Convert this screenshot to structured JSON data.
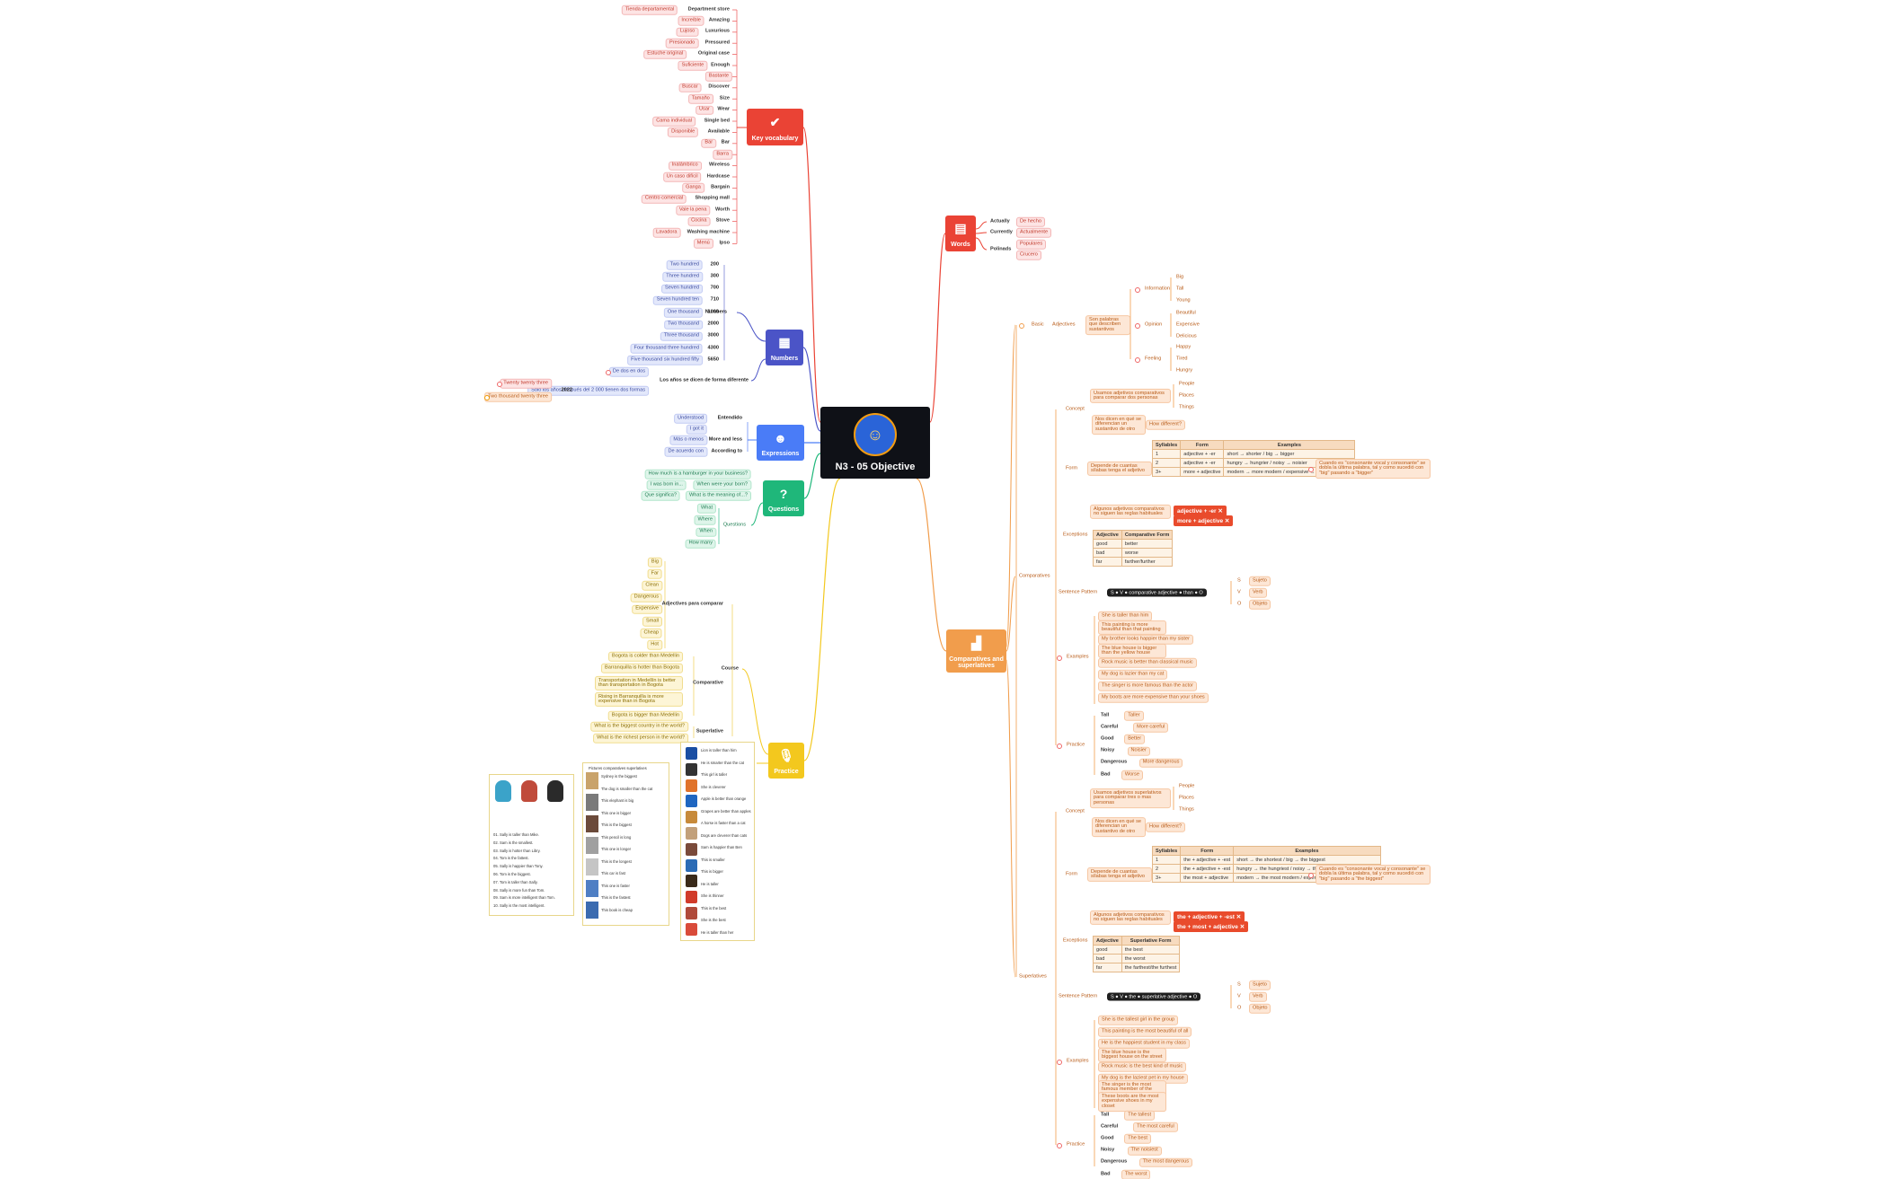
{
  "colors": {
    "red": "#ea4335",
    "blue": "#4b54c7",
    "sky": "#4a7cf7",
    "green": "#1fb77a",
    "orange": "#f19d4c",
    "yellow": "#f3c81e",
    "center": "#0f1117"
  },
  "center": {
    "title": "N3 - 05 Objective",
    "icon": "robot-logo-icon"
  },
  "branches": {
    "key_vocabulary": "Key vocabulary",
    "numbers": "Numbers",
    "expressions": "Expressions",
    "questions": "Questions",
    "practice": "Practice",
    "words": "Words",
    "comparatives": "Comparatives and superlatives"
  },
  "vocab": [
    [
      "Tienda departamental",
      "Department store"
    ],
    [
      "Increíble",
      "Amazing"
    ],
    [
      "Lujoso",
      "Luxurious"
    ],
    [
      "Presionado",
      "Pressured"
    ],
    [
      "Estuche original",
      "Original case"
    ],
    [
      "Suficiente",
      "Enough"
    ],
    [
      "Bastante",
      ""
    ],
    [
      "Buscar",
      "Discover"
    ],
    [
      "Tamaño",
      "Size"
    ],
    [
      "Usar",
      "Wear"
    ],
    [
      "Cama individual",
      "Single bed"
    ],
    [
      "Disponible",
      "Available"
    ],
    [
      "Bar",
      "Bar"
    ],
    [
      "Barra",
      ""
    ],
    [
      "Inalámbrico",
      "Wireless"
    ],
    [
      "Un caso difícil",
      "Hardcase"
    ],
    [
      "Ganga",
      "Bargain"
    ],
    [
      "Centro comercial",
      "Shopping mall"
    ],
    [
      "Vale la pena",
      "Worth"
    ],
    [
      "Cocina",
      "Stove"
    ],
    [
      "Lavadora",
      "Washing machine"
    ],
    [
      "Menú",
      "Ipso"
    ]
  ],
  "numbers": {
    "label": "Numbers",
    "items": [
      [
        "Two hundred",
        "200"
      ],
      [
        "Three hundred",
        "300"
      ],
      [
        "Seven hundred",
        "700"
      ],
      [
        "Seven hundred ten",
        "710"
      ],
      [
        "One thousand",
        "1000"
      ],
      [
        "Two thousand",
        "2000"
      ],
      [
        "Three thousand",
        "3000"
      ],
      [
        "Four thousand three hundred",
        "4300"
      ],
      [
        "Five thousand six hundred fifty",
        "5650"
      ]
    ],
    "years_label": "Los años se dicen de forma diferente",
    "years_note1": "De dos en dos",
    "years_note2": "Solo los años después del 2 000 tienen dos formas",
    "year": "2022",
    "year_a": "Twenty twenty three",
    "year_b": "Two thousand twenty three"
  },
  "expressions": [
    [
      "Understood",
      "Entendido"
    ],
    [
      "I got it",
      ""
    ],
    [
      "Más o menos",
      "More and less"
    ],
    [
      "De acuerdo con",
      "According to"
    ]
  ],
  "questions": {
    "q1": [
      "How much is a hamburger in your business?",
      ""
    ],
    "q2": [
      "I was born in...",
      "When were your born?"
    ],
    "q3": [
      "Que significa?",
      "What is the meaning of...?"
    ],
    "label": "Questions",
    "items": [
      "What",
      "Where",
      "When",
      "How many"
    ]
  },
  "words": [
    [
      "Actually",
      "De hecho"
    ],
    [
      "Currently",
      "Actualmente"
    ],
    [
      "Polinads",
      "Populares"
    ],
    [
      "",
      "Crucero"
    ]
  ],
  "practice": {
    "adjectives_label": "Adjectives para comparar",
    "adjectives": [
      "Big",
      "Far",
      "Clean",
      "Dangerous",
      "Expensive",
      "Small",
      "Cheap",
      "Hot"
    ],
    "course": "Course",
    "comparative": "Comparative",
    "comparative_items": [
      "Bogota is colder than Medellin",
      "Barranquilla is hotter than Bogota",
      "Transportation in Medellín is better than transportation in Bogota",
      "Rising in Barranquilla is more expensive than in Bogota",
      "Bogota is bigger than Medellin"
    ],
    "superlative": "Superlative",
    "superlative_items": [
      "What is the biggest country in the world?",
      "What is the richest person in the world?"
    ],
    "worksheet_lines": [
      "01. Sally is taller than Mike.",
      "02. Sam is the smallest.",
      "03. Sally is hotter than Libry.",
      "04. Tom is the fattest.",
      "05. Sally is happier than Tony.",
      "06. Tom is the biggest.",
      "07. Tom is taller than Sally.",
      "08. Sally is more fun than Tom.",
      "09. Sam is more intelligent than Tom.",
      "10. Sally is the most intelligent."
    ],
    "mid_title": "Pictures comparatives superlatives",
    "mid_lines": [
      "Sydney is the biggest",
      "The dog is smaller than the cat",
      "This elephant is big",
      "This one is bigger",
      "This is the biggest",
      "This pencil is long",
      "This one is longer",
      "This is the longest",
      "This car is fast",
      "This one is faster",
      "This is the fastest",
      "This book is cheap"
    ],
    "right_lines": [
      "Lion is taller than him",
      "He is smarter than the cat",
      "This girl is taller",
      "She is cleverer",
      "Apple is better than orange",
      "Grapes are better than apples",
      "A horse is faster than a cat",
      "Dogs are cleverer than cats",
      "Sam is happier than Ben",
      "This is smaller",
      "This is bigger",
      "He is taller",
      "She is thinner",
      "This is the best",
      "She is the best",
      "He is taller than her"
    ]
  },
  "comp": {
    "basic": "Basic",
    "adjectives": "Adjectives",
    "adj_note": "Son palabras que describen sustantivos",
    "information": "Information",
    "info_items": [
      "Big",
      "Tall",
      "Young"
    ],
    "opinion": "Opinion",
    "opinion_items": [
      "Beautiful",
      "Expensive",
      "Delicious"
    ],
    "feeling": "Feeling",
    "feeling_items": [
      "Happy",
      "Tired",
      "Hungry"
    ],
    "comparatives": "Comparatives",
    "concept": "Concept",
    "concept_note": "Usamos adjetivos comparativos para comparar dos personas",
    "concept_items": [
      "People",
      "Places",
      "Things"
    ],
    "concept_q": "Nos dicen en qué se diferencian un sustantivo de otro",
    "concept_q2": "How different?",
    "form": "Form",
    "form_note": "Depende de cuantas sílabas tenga el adjetivo",
    "table_head": [
      "Syllables",
      "Form",
      "Examples"
    ],
    "table_rows": [
      [
        "1",
        "adjective + -er",
        "short → shorter / big → bigger"
      ],
      [
        "2",
        "adjective + -er",
        "hungry → hungrier / noisy → noisier"
      ],
      [
        "3+",
        "more + adjective",
        "modern → more modern / expensive → more expensive"
      ]
    ],
    "form_tip": "Cuando es \"consonante vocal y consonante\" se dobla la última palabra, tal y como sucedió con \"big\" pasando a \"bigger\"",
    "exceptions": "Exceptions",
    "exc_note": "Algunos adjetivos comparativos no siguen las reglas habituales",
    "exc_wrong1": "adjective + -er",
    "exc_wrong2": "more + adjective",
    "exc_table_head": [
      "Adjective",
      "Comparative Form"
    ],
    "exc_table": [
      [
        "good",
        "better"
      ],
      [
        "bad",
        "worse"
      ],
      [
        "far",
        "farther/further"
      ]
    ],
    "sentence": "Sentence Pattern",
    "pattern": "comparative adjective",
    "than": "than",
    "svo": [
      [
        "S",
        "Sujeto"
      ],
      [
        "V",
        "Verb"
      ],
      [
        "O",
        "Objeto"
      ]
    ],
    "examples": "Examples",
    "ex_items": [
      "She is taller than him",
      "This painting is more beautiful than that painting",
      "My brother looks happier than my sister",
      "The blue house is bigger than the yellow house",
      "Rock music is better than classical music",
      "My dog is lazier than my cat",
      "The singer is more famous than the actor",
      "My boots are more expensive than your shoes"
    ],
    "practice": "Practice",
    "prac_items": [
      [
        "Tall",
        "Taller"
      ],
      [
        "Careful",
        "More careful"
      ],
      [
        "Good",
        "Better"
      ],
      [
        "Noisy",
        "Noisier"
      ],
      [
        "Dangerous",
        "More dangerous"
      ],
      [
        "Bad",
        "Worse"
      ]
    ],
    "superlatives": "Superlatives",
    "s_concept_note": "Usamos adjetivos superlativos para comparar tres o mas personas",
    "s_concept_q": "Nos dicen en qué se diferencian un sustantivo de otro",
    "s_concept_q2": "How different?",
    "s_table_rows": [
      [
        "1",
        "the + adjective + -est",
        "short → the shortest / big → the biggest"
      ],
      [
        "2",
        "the + adjective + -est",
        "hungry → the hungriest / noisy → the noisiest"
      ],
      [
        "3+",
        "the most + adjective",
        "modern → the most modern / expensive → the most expensive"
      ]
    ],
    "s_form_tip": "Cuando es \"consonante vocal y consonante\" se dobla la última palabra, tal y como sucedió con \"big\" pasando a \"the biggest\"",
    "s_exc_wrong1": "the + adjective + -est",
    "s_exc_wrong2": "the + most + adjective",
    "s_exc_table_head": [
      "Adjective",
      "Superlative Form"
    ],
    "s_exc_table": [
      [
        "good",
        "the best"
      ],
      [
        "bad",
        "the worst"
      ],
      [
        "far",
        "the farthest/the furthest"
      ]
    ],
    "s_pattern": "superlative adjective",
    "s_the": "the",
    "s_ex_items": [
      "She is the tallest girl in the group",
      "This painting is the most beautiful of all",
      "He is the happiest student in my class",
      "The blue house is the biggest house on the street",
      "Rock music is the best kind of music",
      "My dog is the laziest pet in my house",
      "The singer is the most famous member of the band",
      "These boots are the most expensive shoes in my closet"
    ],
    "s_prac_items": [
      [
        "Tall",
        "The tallest"
      ],
      [
        "Careful",
        "The most careful"
      ],
      [
        "Good",
        "The best"
      ],
      [
        "Noisy",
        "The noisiest"
      ],
      [
        "Dangerous",
        "The most dangerous"
      ],
      [
        "Bad",
        "The worst"
      ]
    ]
  }
}
